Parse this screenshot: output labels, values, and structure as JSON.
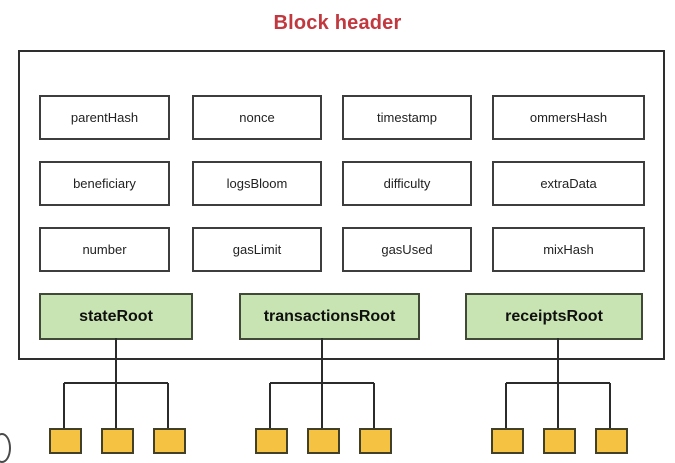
{
  "title": "Block header",
  "colors": {
    "title_red": "#c2383f",
    "root_green": "#c8e4b2",
    "leaf_yellow": "#f5c242"
  },
  "header_fields": [
    "parentHash",
    "nonce",
    "timestamp",
    "ommersHash",
    "beneficiary",
    "logsBloom",
    "difficulty",
    "extraData",
    "number",
    "gasLimit",
    "gasUsed",
    "mixHash"
  ],
  "roots": [
    {
      "label": "stateRoot",
      "leaf_count": 3
    },
    {
      "label": "transactionsRoot",
      "leaf_count": 3
    },
    {
      "label": "receiptsRoot",
      "leaf_count": 3
    }
  ]
}
